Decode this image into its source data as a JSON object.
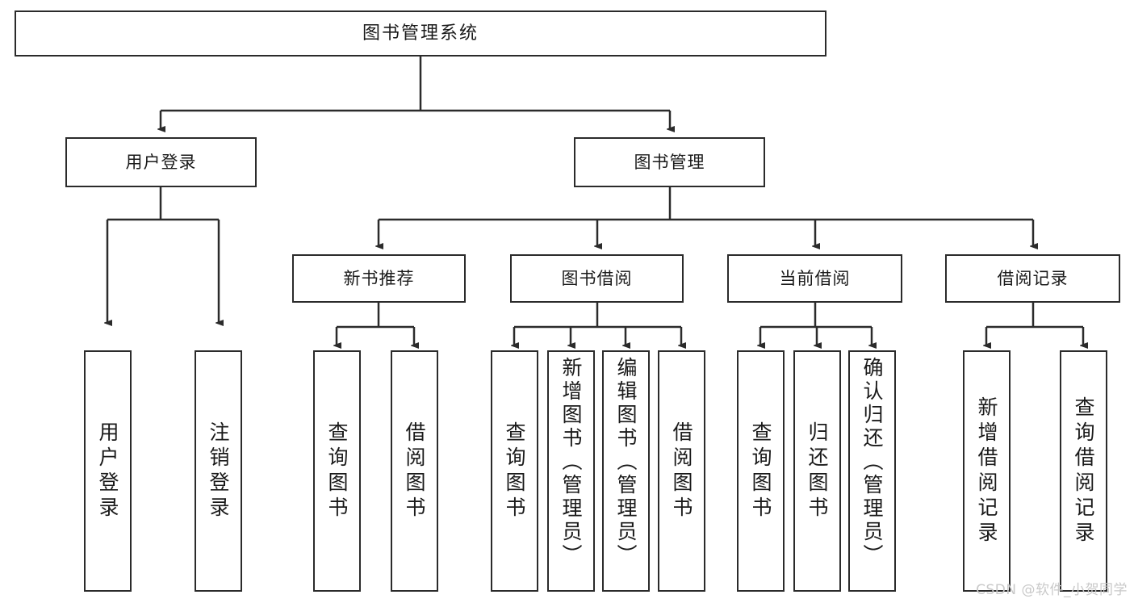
{
  "diagram": {
    "title": "图书管理系统",
    "type": "hierarchy-tree",
    "watermark": "CSDN @软件_小贺同学",
    "colors": {
      "box_border": "#2b2b2b",
      "box_fill": "#ffffff",
      "connector": "#2b2b2b",
      "text": "#1a1a1a",
      "watermark": "#c9c9c9",
      "background": "#ffffff"
    },
    "nodes": {
      "root": {
        "label": "图书管理系统"
      },
      "level2": [
        {
          "id": "user-login",
          "label": "用户登录"
        },
        {
          "id": "book-manage",
          "label": "图书管理"
        }
      ],
      "level3": [
        {
          "id": "new-book-recommend",
          "label": "新书推荐"
        },
        {
          "id": "book-borrow",
          "label": "图书借阅"
        },
        {
          "id": "current-borrow",
          "label": "当前借阅"
        },
        {
          "id": "borrow-record",
          "label": "借阅记录"
        }
      ],
      "leaves": [
        {
          "id": "leaf-user-login",
          "label": "用户登录",
          "parent": "user-login"
        },
        {
          "id": "leaf-logout",
          "label": "注销登录",
          "parent": "user-login"
        },
        {
          "id": "leaf-query-book-1",
          "label": "查询图书",
          "parent": "new-book-recommend"
        },
        {
          "id": "leaf-borrow-book-1",
          "label": "借阅图书",
          "parent": "new-book-recommend"
        },
        {
          "id": "leaf-query-book-2",
          "label": "查询图书",
          "parent": "book-borrow"
        },
        {
          "id": "leaf-add-book",
          "label": "新增图书（管理员）",
          "parent": "book-borrow"
        },
        {
          "id": "leaf-edit-book",
          "label": "编辑图书（管理员）",
          "parent": "book-borrow"
        },
        {
          "id": "leaf-borrow-book-2",
          "label": "借阅图书",
          "parent": "book-borrow"
        },
        {
          "id": "leaf-query-book-3",
          "label": "查询图书",
          "parent": "current-borrow"
        },
        {
          "id": "leaf-return-book",
          "label": "归还图书",
          "parent": "current-borrow"
        },
        {
          "id": "leaf-confirm-return",
          "label": "确认归还（管理员）",
          "parent": "current-borrow"
        },
        {
          "id": "leaf-add-record",
          "label": "新增借阅记录",
          "parent": "borrow-record"
        },
        {
          "id": "leaf-query-record",
          "label": "查询借阅记录",
          "parent": "borrow-record"
        }
      ]
    }
  }
}
